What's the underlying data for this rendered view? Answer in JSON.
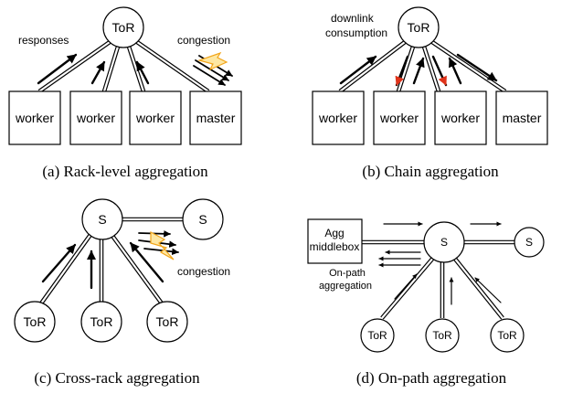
{
  "panel_a": {
    "root": "ToR",
    "workers": [
      "worker",
      "worker",
      "worker"
    ],
    "master": "master",
    "label_responses": "responses",
    "label_congestion": "congestion",
    "caption": "(a) Rack-level aggregation"
  },
  "panel_b": {
    "root": "ToR",
    "workers": [
      "worker",
      "worker",
      "worker"
    ],
    "master": "master",
    "label_downlink_1": "downlink",
    "label_downlink_2": "consumption",
    "caption": "(b) Chain aggregation"
  },
  "panel_c": {
    "switch_left": "S",
    "switch_right": "S",
    "tors": [
      "ToR",
      "ToR",
      "ToR"
    ],
    "label_congestion": "congestion",
    "caption": "(c) Cross-rack aggregation"
  },
  "panel_d": {
    "middlebox_1": "Agg",
    "middlebox_2": "middlebox",
    "switch_left": "S",
    "switch_right": "S",
    "tors": [
      "ToR",
      "ToR",
      "ToR"
    ],
    "label_onpath_1": "On-path",
    "label_onpath_2": "aggregation",
    "caption": "(d) On-path aggregation"
  },
  "colors": {
    "arrow_black": "#000000",
    "arrow_red": "#e0331a",
    "lightning_fill": "#fde7a3",
    "lightning_stroke": "#f2a51a"
  }
}
